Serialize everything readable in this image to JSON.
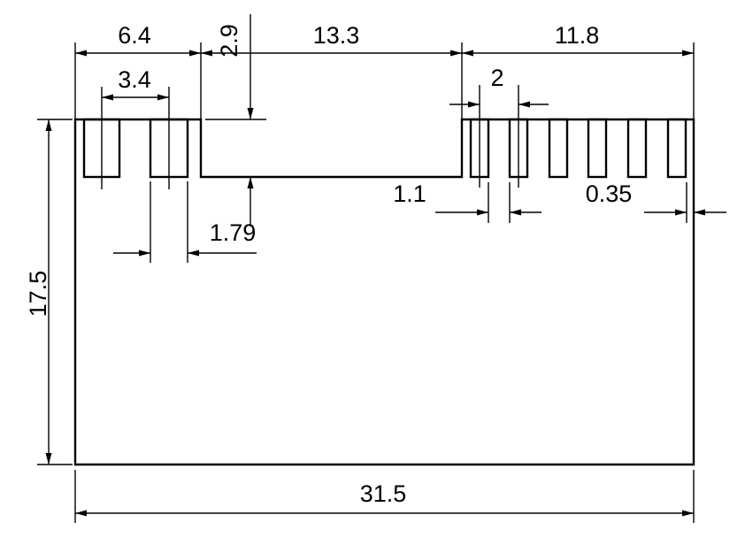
{
  "drawing": {
    "dimensions": {
      "left_section_width": "6.4",
      "recess_depth": "2.9",
      "middle_section_width": "13.3",
      "right_section_width": "11.8",
      "left_slot_pitch": "3.4",
      "left_slot_width": "1.79",
      "right_slot_pitch": "2",
      "right_slot_gap": "1.1",
      "right_edge_gap": "0.35",
      "overall_height": "17.5",
      "overall_width": "31.5"
    }
  }
}
